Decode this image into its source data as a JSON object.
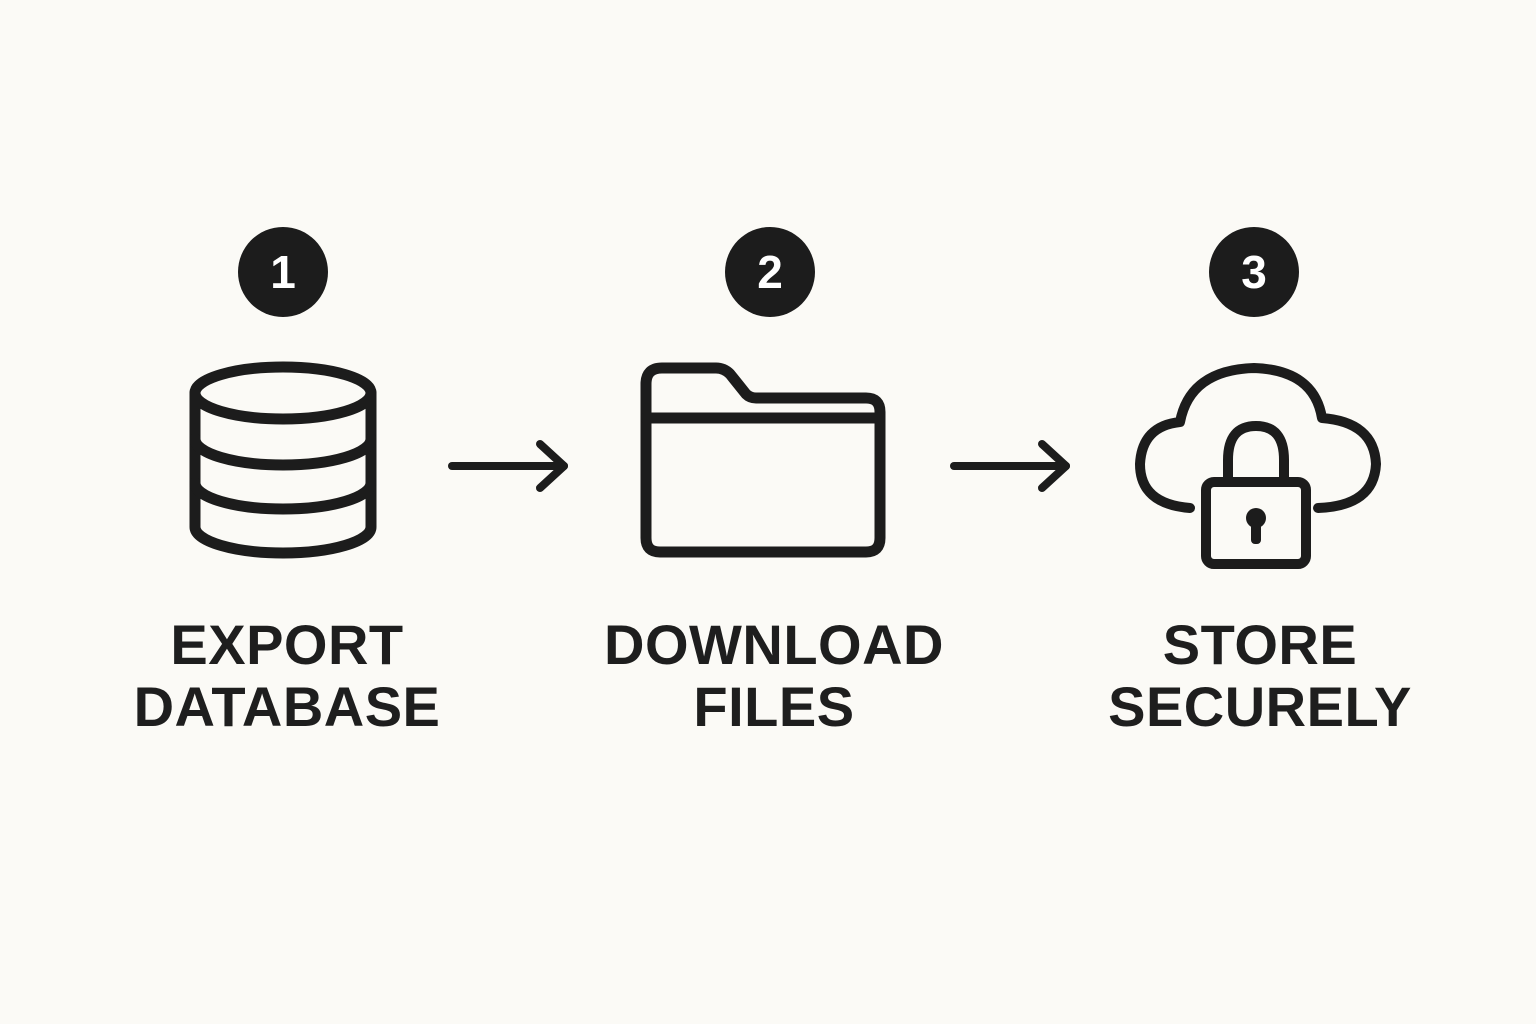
{
  "colors": {
    "background": "#fbfaf6",
    "ink": "#1c1c1c",
    "badge_text": "#ffffff"
  },
  "steps": [
    {
      "number": "1",
      "icon": "database-icon",
      "label_line1": "EXPORT",
      "label_line2": "DATABASE"
    },
    {
      "number": "2",
      "icon": "folder-icon",
      "label_line1": "DOWNLOAD",
      "label_line2": "FILES"
    },
    {
      "number": "3",
      "icon": "cloud-lock-icon",
      "label_line1": "STORE",
      "label_line2": "SECURELY"
    }
  ],
  "connectors": [
    "arrow-right-icon",
    "arrow-right-icon"
  ]
}
